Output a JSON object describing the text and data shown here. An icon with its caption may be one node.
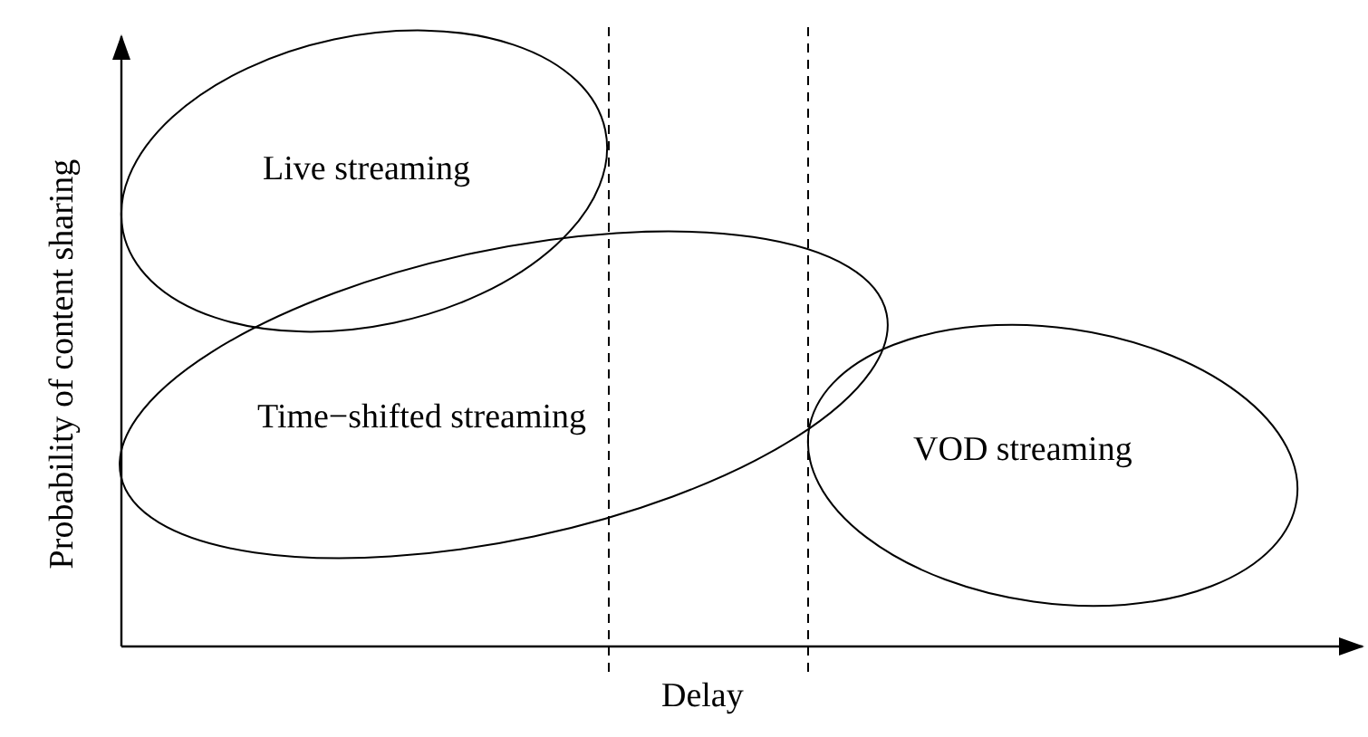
{
  "diagram": {
    "nodes": [
      {
        "text": [
          "Live streaming"
        ]
      },
      {
        "text": [
          "Time−shifted streaming"
        ]
      },
      {
        "text": [
          "VOD streaming"
        ]
      }
    ],
    "labels": [
      "Probability of content sharing",
      "Delay"
    ]
  }
}
